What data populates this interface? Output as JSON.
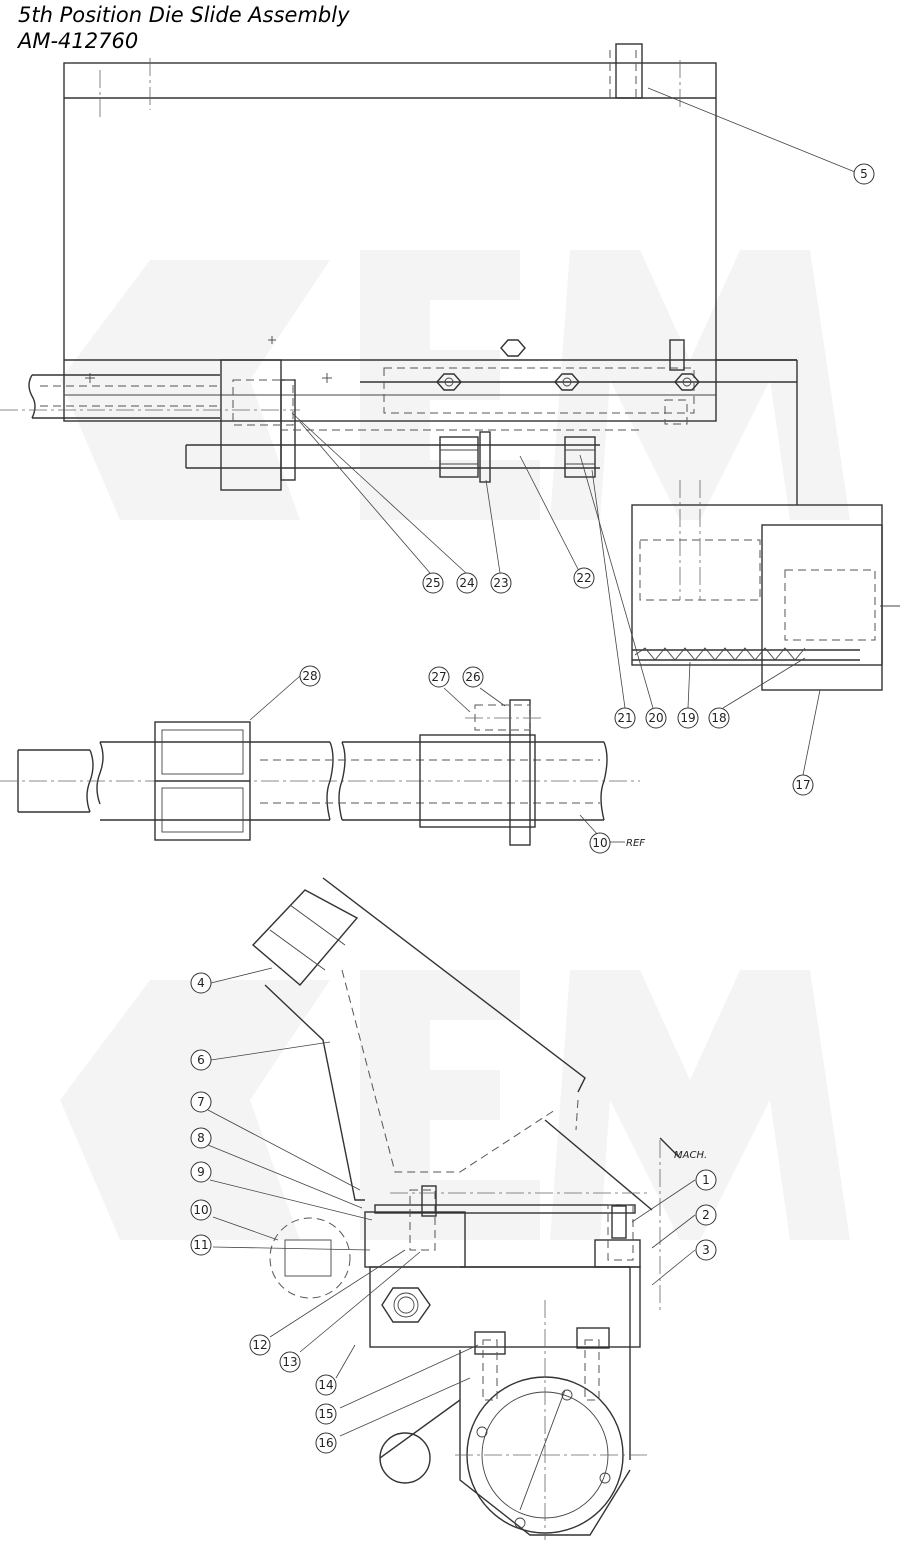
{
  "title": "5th Position Die Slide Assembly",
  "part_number": "AM-412760",
  "notes": {
    "machine_centerline": "MACH.",
    "see_ref": "REF"
  },
  "callouts": {
    "c1": "1",
    "c2": "2",
    "c3": "3",
    "c4": "4",
    "c5": "5",
    "c6": "6",
    "c7": "7",
    "c8": "8",
    "c9": "9",
    "c10": "10",
    "c11": "11",
    "c12": "12",
    "c13": "13",
    "c14": "14",
    "c15": "15",
    "c16": "16",
    "c17": "17",
    "c18": "18",
    "c19": "19",
    "c20": "20",
    "c21": "21",
    "c22": "22",
    "c23": "23",
    "c24": "24",
    "c25": "25",
    "c26": "26",
    "c27": "27",
    "c28": "28",
    "c10b": "10"
  }
}
